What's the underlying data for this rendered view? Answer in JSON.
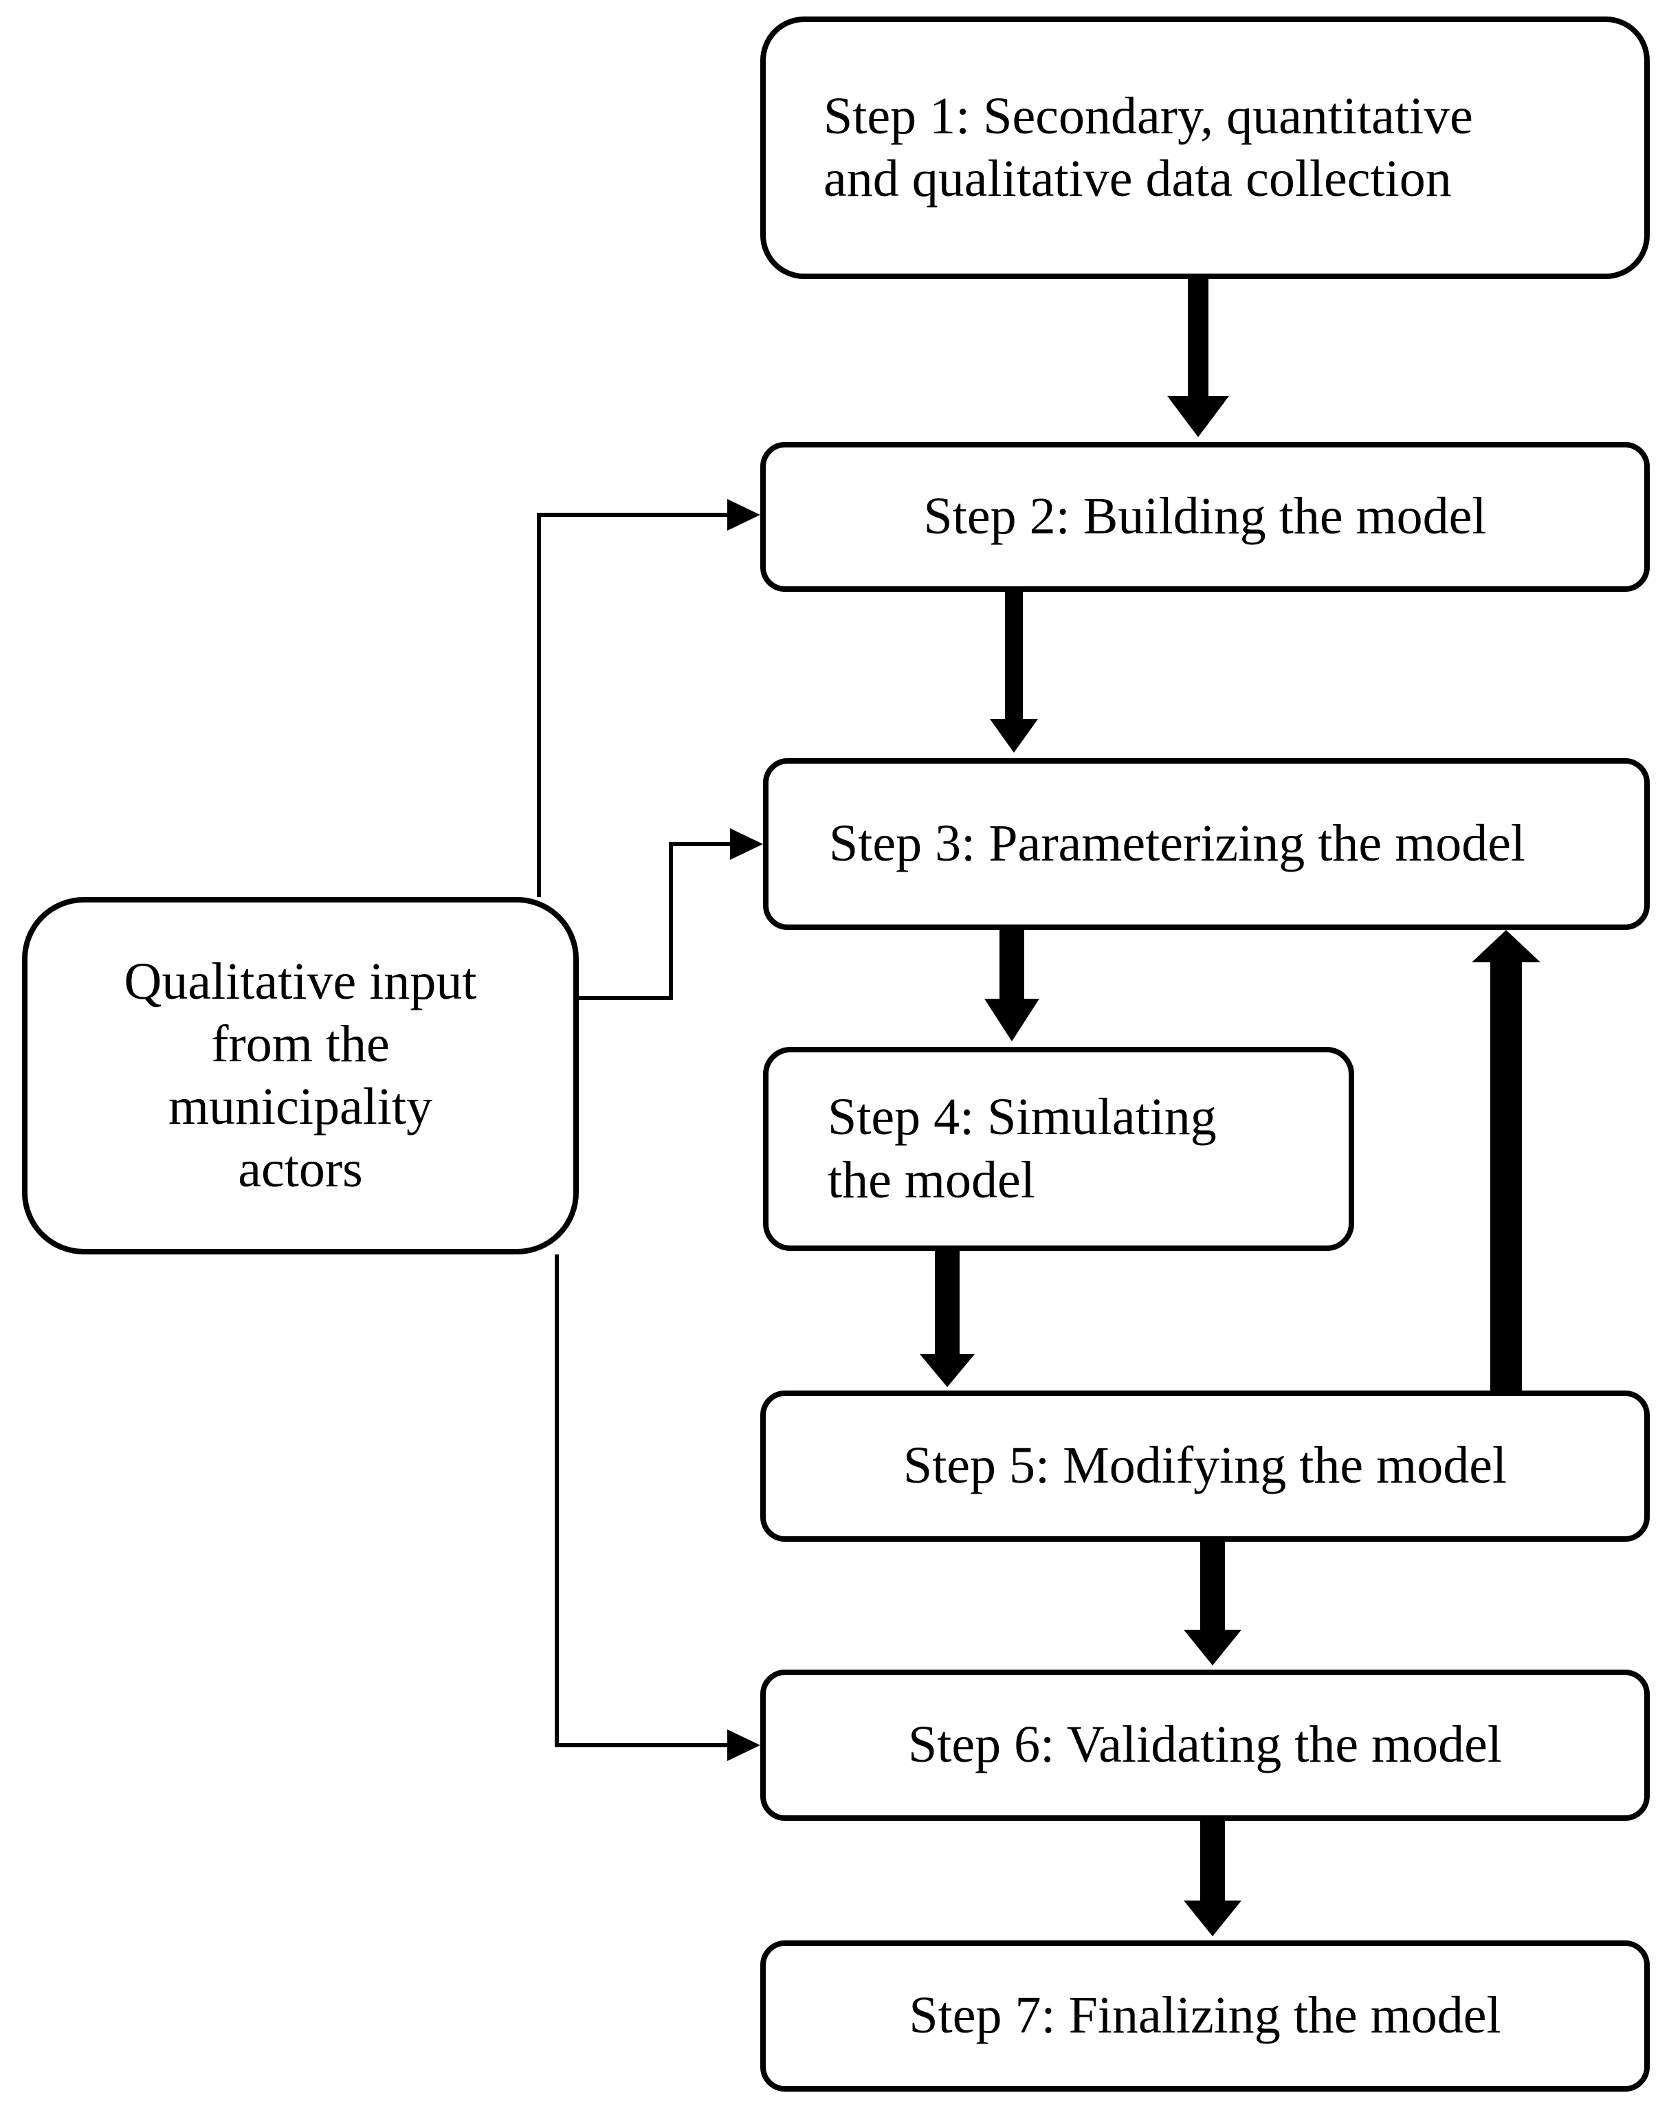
{
  "diagram": {
    "steps": [
      {
        "id": "step1",
        "line1": "Step 1: Secondary, quantitative",
        "line2": "and qualitative data collection"
      },
      {
        "id": "step2",
        "label": "Step 2: Building the model"
      },
      {
        "id": "step3",
        "label": "Step 3: Parameterizing the model"
      },
      {
        "id": "step4",
        "line1": "Step 4: Simulating",
        "line2": "the model"
      },
      {
        "id": "step5",
        "label": "Step 5: Modifying the model"
      },
      {
        "id": "step6",
        "label": "Step 6: Validating the model"
      },
      {
        "id": "step7",
        "label": "Step 7: Finalizing the model"
      }
    ],
    "input": {
      "lines": [
        "Qualitative input",
        "from the",
        "municipality",
        "actors"
      ]
    },
    "flow": [
      {
        "from": "step1",
        "to": "step2"
      },
      {
        "from": "step2",
        "to": "step3"
      },
      {
        "from": "step3",
        "to": "step4"
      },
      {
        "from": "step4",
        "to": "step5"
      },
      {
        "from": "step5",
        "to": "step3"
      },
      {
        "from": "step5",
        "to": "step6"
      },
      {
        "from": "step6",
        "to": "step7"
      },
      {
        "from": "input",
        "to": "step2"
      },
      {
        "from": "input",
        "to": "step3"
      },
      {
        "from": "input",
        "to": "step6"
      }
    ]
  }
}
